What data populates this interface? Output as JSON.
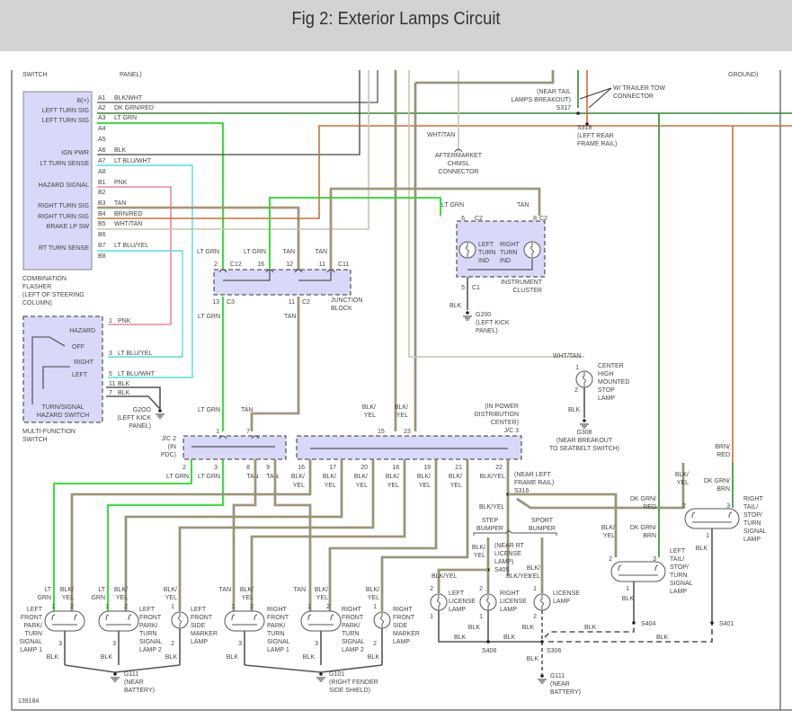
{
  "header": {
    "title": "Fig 2: Exterior Lamps Circuit"
  },
  "diagram_id": "139184",
  "top_fragments": {
    "switch": "SWITCH",
    "panel": "PANEL)",
    "ground": "GROUND)"
  },
  "colors": {
    "lt_grn": "#22dd22",
    "dk_grn": "#2e8b2e",
    "tan": "#b8a070",
    "blk": "#555555",
    "blk_yel": "#a8a070",
    "pnk": "#ee8899",
    "lt_blu": "#55dddd",
    "brn_red": "#c8703a",
    "wht_tan": "#ccc4b0",
    "module_fill": "#d8d8f8"
  },
  "flasher": {
    "name": [
      "COMBINATION",
      "FLASHER",
      "(LEFT OF STEERING",
      "COLUMN)"
    ],
    "pins": [
      {
        "pin": "A1",
        "func": "B(+)",
        "wire": "BLK/WHT"
      },
      {
        "pin": "A2",
        "func": "LEFT TURN SIG",
        "wire": "DK GRN/RED"
      },
      {
        "pin": "A3",
        "func": "LEFT TURN SIG",
        "wire": "LT GRN"
      },
      {
        "pin": "A4",
        "func": "",
        "wire": ""
      },
      {
        "pin": "A5",
        "func": "",
        "wire": ""
      },
      {
        "pin": "A6",
        "func": "IGN PWR",
        "wire": "BLK"
      },
      {
        "pin": "A7",
        "func": "LT TURN SENSE",
        "wire": "LT BLU/WHT"
      },
      {
        "pin": "A8",
        "func": "",
        "wire": ""
      },
      {
        "pin": "B1",
        "func": "HAZARD SIGNAL",
        "wire": "PNK"
      },
      {
        "pin": "B2",
        "func": "",
        "wire": ""
      },
      {
        "pin": "B3",
        "func": "RIGHT TURN SIG",
        "wire": "TAN"
      },
      {
        "pin": "B4",
        "func": "RIGHT TURN SIG",
        "wire": "BRN/RED"
      },
      {
        "pin": "B5",
        "func": "BRAKE LP SW",
        "wire": "WHT/TAN"
      },
      {
        "pin": "B6",
        "func": "",
        "wire": ""
      },
      {
        "pin": "B7",
        "func": "RT TURN SENSE",
        "wire": "LT BLU/YEL"
      },
      {
        "pin": "B8",
        "func": "",
        "wire": ""
      }
    ]
  },
  "mfs": {
    "positions": [
      "HAZARD",
      "OFF",
      "RIGHT",
      "LEFT"
    ],
    "inner": [
      "TURN/SIGNAL",
      "HAZARD SWITCH"
    ],
    "name": [
      "MULTI-FUNCTION",
      "SWITCH"
    ],
    "pins": [
      {
        "pin": "1",
        "wire": "PNK"
      },
      {
        "pin": "3",
        "wire": "LT BLU/YEL"
      },
      {
        "pin": "5",
        "wire": "LT BLU/WHT"
      },
      {
        "pin": "11",
        "wire": "BLK"
      },
      {
        "pin": "7",
        "wire": "BLK"
      }
    ],
    "ground": [
      "G2OO",
      "(LEFT KICK",
      "PANEL)"
    ]
  },
  "junction_block": {
    "name": [
      "JUNCTION",
      "BLOCK"
    ],
    "top": [
      {
        "pin": "2",
        "conn": "C12",
        "wire": "LT GRN"
      },
      {
        "pin": "16",
        "conn": "",
        "wire": "LT GRN"
      },
      {
        "pin": "12",
        "conn": "",
        "wire": "TAN"
      },
      {
        "pin": "11",
        "conn": "C11",
        "wire": "TAN"
      }
    ],
    "bottom": [
      {
        "pin": "13",
        "conn": "C3",
        "wire": "LT GRN"
      },
      {
        "pin": "11",
        "conn": "C2",
        "wire": "TAN"
      }
    ]
  },
  "chmsl_connector": {
    "wire": "WHT/TAN",
    "name": [
      "AFTERMARKET",
      "CHMSL",
      "CONNECTOR"
    ]
  },
  "cluster": {
    "name": [
      "INSTRUMENT",
      "CLUSTER"
    ],
    "left_ind": [
      "LEFT",
      "TURN",
      "IND"
    ],
    "right_ind": [
      "RIGHT",
      "TURN",
      "IND"
    ],
    "pins": [
      {
        "pin": "6",
        "conn": "C2",
        "wire": "LT GRN"
      },
      {
        "pin": "8",
        "conn": "C2",
        "wire": "TAN"
      },
      {
        "pin": "5",
        "conn": "C1",
        "wire": "BLK"
      }
    ],
    "ground": [
      "G200",
      "(LEFT KICK",
      "PANEL)"
    ]
  },
  "splices": {
    "s317": [
      "(NEAR TAIL",
      "LAMPS BREAKOUT)",
      "S317"
    ],
    "s318": [
      "S318",
      "(LEFT REAR",
      "FRAME RAIL)"
    ],
    "trailer": [
      "W/ TRAILER TOW",
      "CONNECTOR"
    ],
    "s316": [
      "(NEAR LEFT",
      "FRAME RAIL)",
      "S316"
    ],
    "s405": [
      "(NEAR RT",
      "LICENSE",
      "LAMP)",
      "S405"
    ],
    "s406": "S406",
    "s306": "S306",
    "s404": "S404",
    "s401": "S401"
  },
  "chmsl": {
    "name": [
      "CENTER",
      "HIGH",
      "MOUNTED",
      "STOP",
      "LAMP"
    ],
    "wire_in": "WHT/TAN",
    "wire_out": "BLK",
    "pin1": "1",
    "pin2": "2",
    "ground": [
      "G308",
      "(NEAR BREAKOUT",
      "TO SEATBELT SWITCH)"
    ]
  },
  "jc2": {
    "name": [
      "J/C 2",
      "(IN",
      "PDC)"
    ],
    "top": [
      {
        "pin": "1",
        "wire": "LT GRN"
      },
      {
        "pin": "7",
        "wire": "TAN"
      }
    ],
    "bottom": [
      {
        "pin": "2",
        "wire": "LT GRN"
      },
      {
        "pin": "3",
        "wire": "LT GRN"
      },
      {
        "pin": "8",
        "wire": "TAN"
      },
      {
        "pin": "9",
        "wire": "TAN"
      }
    ]
  },
  "jc3": {
    "name": [
      "(IN POWER",
      "DISTRIBUTION",
      "CENTER)",
      "J/C 3"
    ],
    "top": [
      {
        "pin": "15",
        "wire": "BLK/ YEL"
      },
      {
        "pin": "23",
        "wire": "BLK/ YEL"
      }
    ],
    "bottom": [
      {
        "pin": "16",
        "wire": "BLK/ YEL"
      },
      {
        "pin": "17",
        "wire": "BLK/ YEL"
      },
      {
        "pin": "20",
        "wire": "BLK/ YEL"
      },
      {
        "pin": "18",
        "wire": "BLK/ YEL"
      },
      {
        "pin": "19",
        "wire": "BLK/ YEL"
      },
      {
        "pin": "21",
        "wire": "BLK/ YEL"
      },
      {
        "pin": "22",
        "wire": "BLK/YEL"
      }
    ]
  },
  "bumper": {
    "step": [
      "STEP",
      "BUMPER"
    ],
    "sport": [
      "SPORT",
      "BUMPER"
    ],
    "wire": "BLK/YEL"
  },
  "lamps": [
    {
      "name": [
        "LEFT",
        "FRONT",
        "PARK/",
        "TURN",
        "SIGNAL",
        "LAMP 1"
      ],
      "wires": [
        "LT GRN",
        "BLK/ YEL"
      ],
      "pins": [
        "1",
        "2",
        "3"
      ],
      "gnd": "BLK"
    },
    {
      "name": [
        "LEFT",
        "FRONT",
        "PARK/",
        "TURN",
        "SIGNAL",
        "LAMP 2"
      ],
      "wires": [
        "LT GRN",
        "BLK/ YEL"
      ],
      "pins": [
        "1",
        "2",
        "3"
      ],
      "gnd": "BLK"
    },
    {
      "name": [
        "LEFT",
        "FRONT",
        "SIDE",
        "MARKER",
        "LAMP"
      ],
      "wires": [
        "BLK/ YEL"
      ],
      "pins": [
        "1",
        "2"
      ],
      "gnd": "BLK"
    },
    {
      "name": [
        "RIGHT",
        "FRONT",
        "PARK/",
        "TURN",
        "SIGNAL",
        "LAMP 1"
      ],
      "wires": [
        "TAN",
        "BLK/ YEL"
      ],
      "pins": [
        "1",
        "2",
        "3"
      ],
      "gnd": "BLK"
    },
    {
      "name": [
        "RIGHT",
        "FRONT",
        "PARK/",
        "TURN",
        "SIGNAL",
        "LAMP 2"
      ],
      "wires": [
        "TAN",
        "BLK/ YEL"
      ],
      "pins": [
        "1",
        "2",
        "3"
      ],
      "gnd": "BLK"
    },
    {
      "name": [
        "RIGHT",
        "FRONT",
        "SIDE",
        "MARKER",
        "LAMP"
      ],
      "wires": [
        "BLK/ YEL"
      ],
      "pins": [
        "1",
        "2"
      ],
      "gnd": "BLK"
    },
    {
      "name": [
        "LEFT",
        "LICENSE",
        "LAMP"
      ],
      "wires": [
        "BLK/YEL"
      ],
      "pins": [
        "2",
        "1"
      ],
      "gnd": "BLK"
    },
    {
      "name": [
        "RIGHT",
        "LICENSE",
        "LAMP"
      ],
      "wires": [
        "BLK/YEL"
      ],
      "pins": [
        "2",
        "1"
      ],
      "gnd": "BLK"
    },
    {
      "name": [
        "LICENSE",
        "LAMP"
      ],
      "wires": [
        "BLK/ YEL"
      ],
      "pins": [
        "1",
        "2"
      ],
      "gnd": "BLK"
    },
    {
      "name": [
        "LEFT",
        "TAIL/",
        "STOP/",
        "TURN",
        "SIGNAL",
        "LAMP"
      ],
      "wires": [
        "BLK/ YEL",
        "DK GRN/ BRN"
      ],
      "pins": [
        "2",
        "3",
        "1"
      ],
      "gnd": "BLK"
    },
    {
      "name": [
        "RIGHT",
        "TAIL/",
        "STOP/",
        "TURN",
        "SIGNAL",
        "LAMP"
      ],
      "wires": [
        "BLK/ YEL",
        "DK GRN/ BRN"
      ],
      "pins": [
        "2",
        "3",
        "1"
      ],
      "gnd": "BLK"
    }
  ],
  "rear_wires": {
    "dk_grn_red": "DK GRN/ RED",
    "brn_red": "BRN/ RED"
  },
  "grounds": {
    "g111a": [
      "G111",
      "(NEAR",
      "BATTERY)"
    ],
    "g101": [
      "G101",
      "(RIGHT FENDER",
      "SIDE SHIELD)"
    ],
    "g111b": [
      "G111",
      "(NEAR",
      "BATTERY)"
    ]
  },
  "blk": "BLK"
}
